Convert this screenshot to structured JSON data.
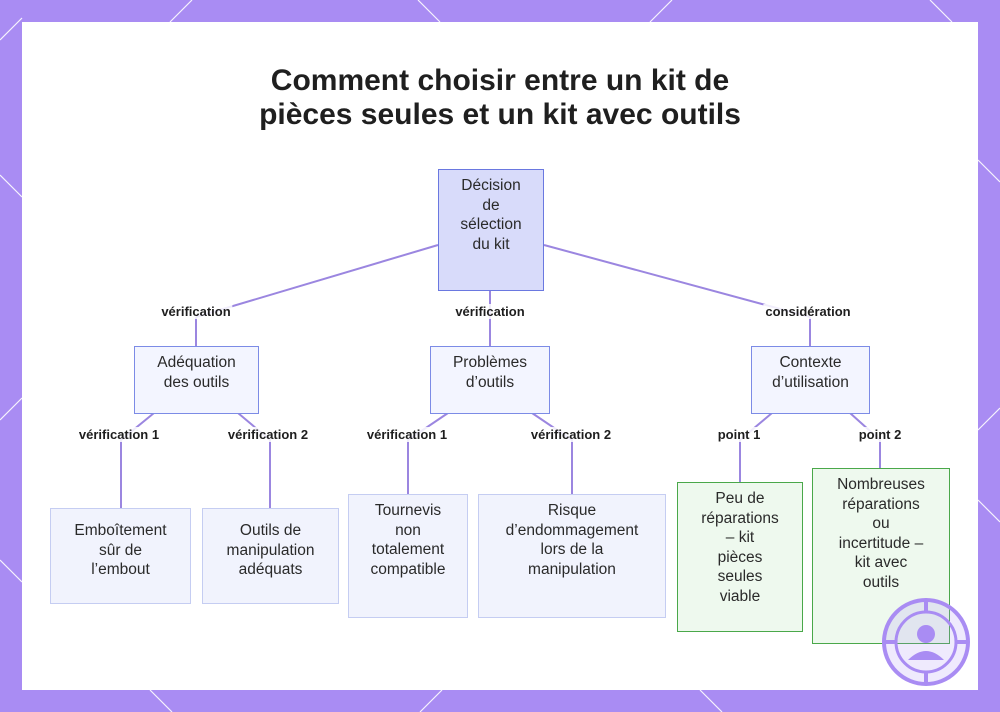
{
  "title": {
    "line1": "Comment choisir entre un kit de",
    "line2": "pièces seules et un kit avec outils"
  },
  "nodes": {
    "root": "Décision\nde\nsélection\ndu kit",
    "adequation": "Adéquation\ndes outils",
    "problemes": "Problèmes\nd’outils",
    "contexte": "Contexte\nd’utilisation",
    "emboitement": "Emboîtement\nsûr de\nl’embout",
    "outils_manip": "Outils de\nmanipulation\nadéquats",
    "tournevis": "Tournevis\nnon\ntotalement\ncompatible",
    "risque": "Risque\nd’endommagement\nlors de la\nmanipulation",
    "peu_reparations": "Peu de\nréparations\n– kit\npièces\nseules\nviable",
    "nombreuses": "Nombreuses\nréparations\nou\nincertitude –\nkit avec\noutils"
  },
  "edge_labels": {
    "root_adequation": "vérification",
    "root_problemes": "vérification",
    "root_contexte": "considération",
    "adequation_1": "vérification 1",
    "adequation_2": "vérification 2",
    "problemes_1": "vérification 1",
    "problemes_2": "vérification 2",
    "contexte_1": "point 1",
    "contexte_2": "point 2"
  },
  "colors": {
    "background": "#a98cf3",
    "edge": "#9b86e0",
    "root_fill": "#d8dbfa",
    "green_border": "#4aa84a"
  },
  "icons": [
    "target-person-logo-icon"
  ]
}
